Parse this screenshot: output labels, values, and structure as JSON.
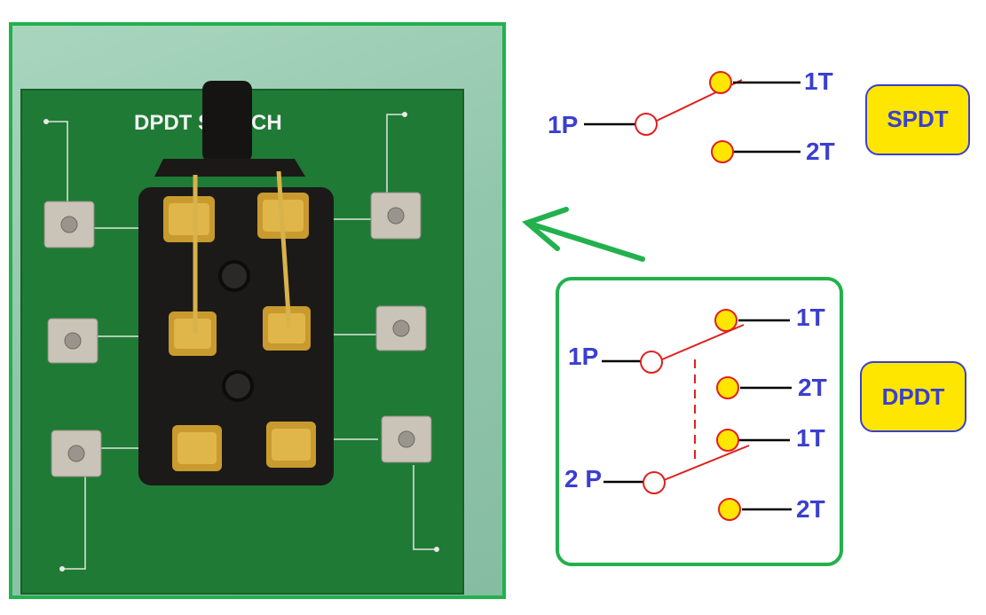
{
  "photo": {
    "board_label": "DPDT SWITCH",
    "board_color": "#1f7a35",
    "frame_color": "#22b14c"
  },
  "arrow": {
    "color": "#22b14c",
    "icon": "arrow-left-icon"
  },
  "spdt": {
    "badge": "SPDT",
    "pole_label": "1P",
    "throw1_label": "1T",
    "throw2_label": "2T"
  },
  "dpdt": {
    "badge": "DPDT",
    "pole1_label": "1P",
    "pole2_label": "2 P",
    "pole1_throw1_label": "1T",
    "pole1_throw2_label": "2T",
    "pole2_throw1_label": "1T",
    "pole2_throw2_label": "2T",
    "frame_color": "#22b14c"
  },
  "colors": {
    "label": "#3a3fcf",
    "terminal_fill": "#ffe600",
    "terminal_stroke": "#e02020",
    "switch_blade": "#e02020",
    "wire": "#000000",
    "badge_fill": "#ffe600",
    "badge_border": "#3a3fcf"
  }
}
